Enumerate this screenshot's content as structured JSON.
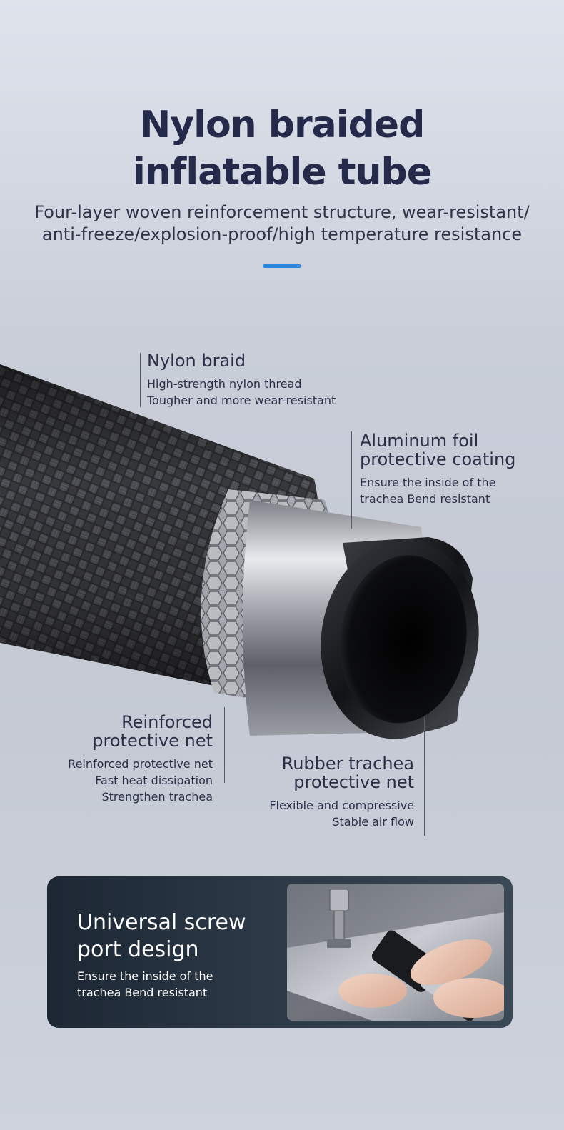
{
  "header": {
    "title_line1": "Nylon braided",
    "title_line2": "inflatable tube",
    "subtitle_line1": "Four-layer woven reinforcement structure, wear-resistant/",
    "subtitle_line2": "anti-freeze/explosion-proof/high temperature resistance",
    "accent_color": "#2a86e0"
  },
  "callouts": {
    "nylon_braid": {
      "title": "Nylon braid",
      "desc1": "High-strength nylon thread",
      "desc2": "Tougher and more wear-resistant"
    },
    "aluminum_foil": {
      "title1": "Aluminum foil",
      "title2": "protective coating",
      "desc1": "Ensure the inside of the",
      "desc2": "trachea Bend resistant"
    },
    "reinforced_net": {
      "title1": "Reinforced",
      "title2": "protective net",
      "desc1": "Reinforced protective net",
      "desc2": "Fast heat dissipation",
      "desc3": "Strengthen trachea"
    },
    "rubber_trachea": {
      "title1": "Rubber trachea",
      "title2": "protective net",
      "desc1": "Flexible and compressive",
      "desc2": "Stable air flow"
    }
  },
  "banner": {
    "title1": "Universal screw",
    "title2": "port design",
    "desc1": "Ensure the inside of the",
    "desc2": "trachea Bend resistant"
  }
}
